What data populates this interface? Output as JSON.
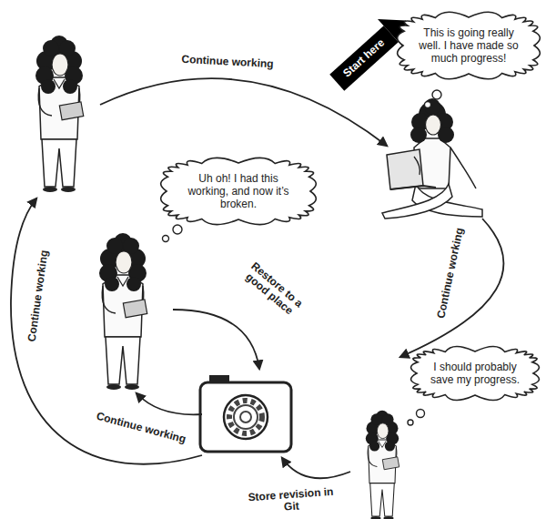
{
  "diagram": {
    "nodes": [
      {
        "text": [
          "This is going really well. I have made so much progress!"
        ]
      },
      {
        "text": [
          "Uh oh! I had this working, and now it’s broken."
        ]
      },
      {
        "text": [
          "I should probably save my progress."
        ]
      }
    ],
    "labels": [
      "Start here",
      "Continue working",
      "Continue working",
      "Store revision in Git",
      "Restore to a good place",
      "Continue working",
      "Continue working"
    ]
  }
}
